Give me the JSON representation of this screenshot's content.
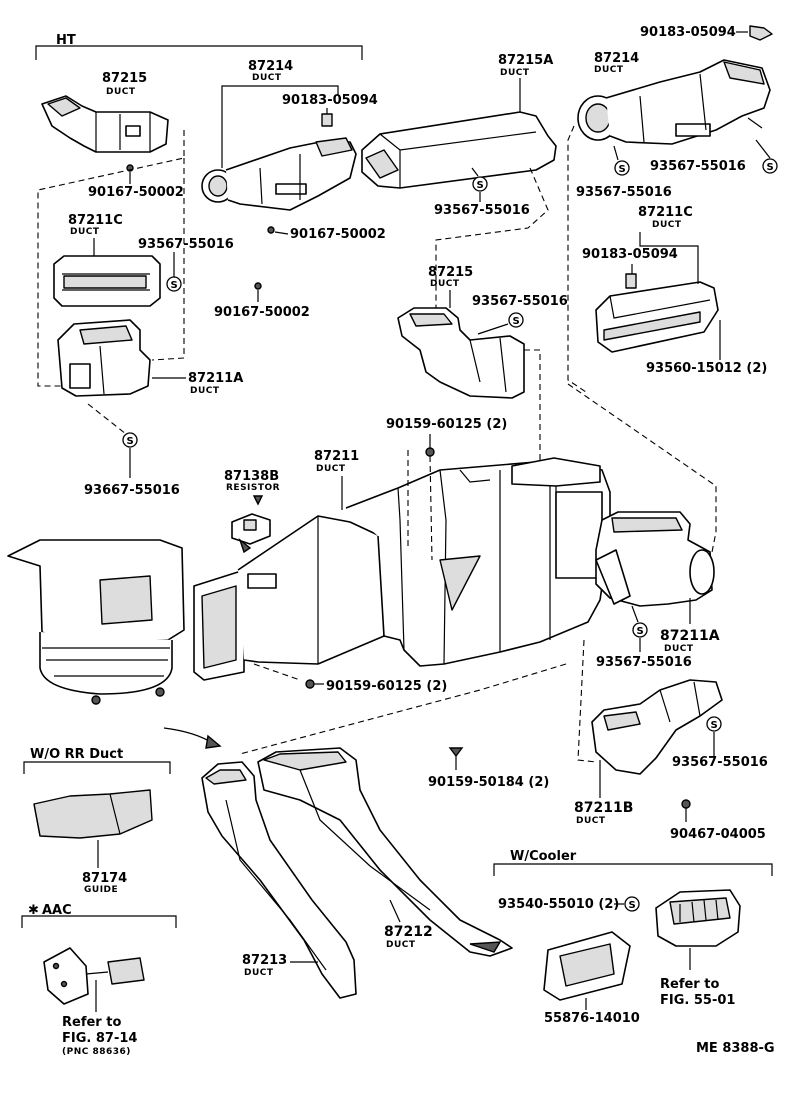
{
  "figure_code": "ME 8388-G",
  "sections": {
    "ht": "HT",
    "wo_rr_duct": "W/O  RR  Duct",
    "aac": "AAC",
    "aac_mark": "✱",
    "w_cooler": "W/Cooler"
  },
  "labels": {
    "p87215_top": {
      "pn": "87215",
      "name": "DUCT"
    },
    "p87214_left": {
      "pn": "87214",
      "name": "DUCT"
    },
    "p87215a": {
      "pn": "87215A",
      "name": "DUCT"
    },
    "p87214_right": {
      "pn": "87214",
      "name": "DUCT"
    },
    "p87211c_left": {
      "pn": "87211C",
      "name": "DUCT"
    },
    "p87211c_right": {
      "pn": "87211C",
      "name": "DUCT"
    },
    "p87215_mid": {
      "pn": "87215",
      "name": "DUCT"
    },
    "p87211a_left": {
      "pn": "87211A",
      "name": "DUCT"
    },
    "p87211": {
      "pn": "87211",
      "name": "DUCT"
    },
    "p87138b": {
      "pn": "87138B",
      "name": "RESISTOR"
    },
    "p87211a_right": {
      "pn": "87211A",
      "name": "DUCT"
    },
    "p87211b": {
      "pn": "87211B",
      "name": "DUCT"
    },
    "p87174": {
      "pn": "87174",
      "name": "GUIDE"
    },
    "p87212": {
      "pn": "87212",
      "name": "DUCT"
    },
    "p87213": {
      "pn": "87213",
      "name": "DUCT"
    }
  },
  "fasteners": {
    "f_9018305094_top": "90183-05094",
    "f_9018305094_left": "90183-05094",
    "f_9016750002_a": "90167-50002",
    "f_9016750002_b": "90167-50002",
    "f_9016750002_c": "90167-50002",
    "f_9356755016_a": "93567-55016",
    "f_9356755016_b": "93567-55016",
    "f_9356755016_c": "93567-55016",
    "f_9356755016_d": "93567-55016",
    "f_9356755016_e": "93567-55016",
    "f_9366755016": "93667-55016",
    "f_9356755016_f": "93567-55016",
    "f_9356755016_g": "93567-55016",
    "f_9018305094_right": "90183-05094",
    "f_9356015012": "93560-15012 (2)",
    "f_9015960125_top": "90159-60125 (2)",
    "f_9015960125_bot": "90159-60125 (2)",
    "f_9015950184": "90159-50184 (2)",
    "f_9046704005": "90467-04005",
    "f_9354055010": "93540-55010 (2)",
    "f_5587614010": "55876-14010"
  },
  "symbol_letter": "S",
  "refs": {
    "fig87": {
      "line1": "Refer to",
      "line2": "FIG. 87-14",
      "pnc": "(PNC 88636)"
    },
    "fig55": {
      "line1": "Refer to",
      "line2": "FIG. 55-01"
    }
  }
}
